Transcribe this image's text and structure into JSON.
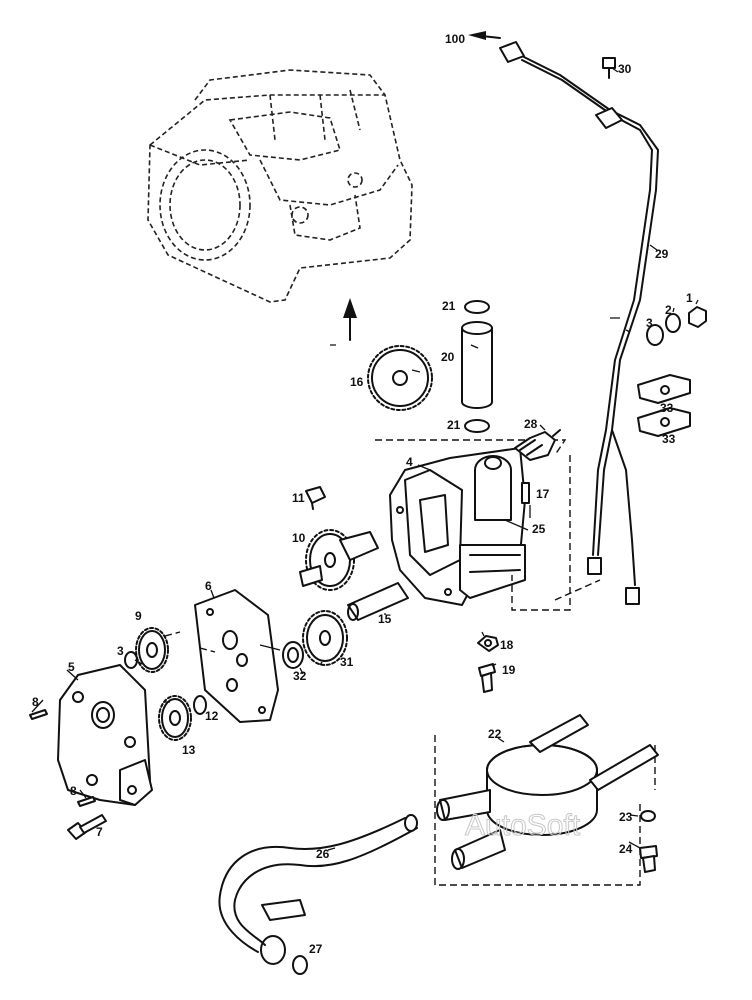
{
  "labels": {
    "p1": "1",
    "p2": "2",
    "p3a": "3",
    "p3b": "3",
    "p4": "4",
    "p5": "5",
    "p6": "6",
    "p7": "7",
    "p8a": "8",
    "p8b": "8",
    "p9": "9",
    "p10": "10",
    "p11": "11",
    "p12": "12",
    "p13": "13",
    "p15": "15",
    "p16": "16",
    "p17": "17",
    "p18": "18",
    "p19": "19",
    "p20": "20",
    "p21a": "21",
    "p21b": "21",
    "p22": "22",
    "p23": "23",
    "p24": "24",
    "p25": "25",
    "p26": "26",
    "p27": "27",
    "p28": "28",
    "p29": "29",
    "p30": "30",
    "p31": "31",
    "p32": "32",
    "p33a": "33",
    "p33b": "33",
    "p100": "100"
  },
  "watermark": "AutoSoft"
}
